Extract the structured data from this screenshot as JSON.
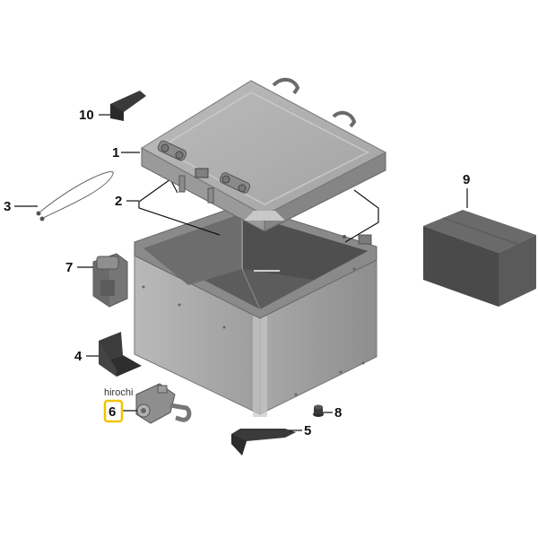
{
  "watermark": "hirochi",
  "highlight_color": "#f2c300",
  "callouts": [
    {
      "id": "part-10",
      "number": "10"
    },
    {
      "id": "part-1",
      "number": "1"
    },
    {
      "id": "part-2",
      "number": "2"
    },
    {
      "id": "part-3",
      "number": "3"
    },
    {
      "id": "part-7",
      "number": "7"
    },
    {
      "id": "part-4",
      "number": "4"
    },
    {
      "id": "part-6",
      "number": "6",
      "highlighted": true
    },
    {
      "id": "part-5",
      "number": "5"
    },
    {
      "id": "part-8",
      "number": "8"
    },
    {
      "id": "part-9",
      "number": "9"
    }
  ]
}
